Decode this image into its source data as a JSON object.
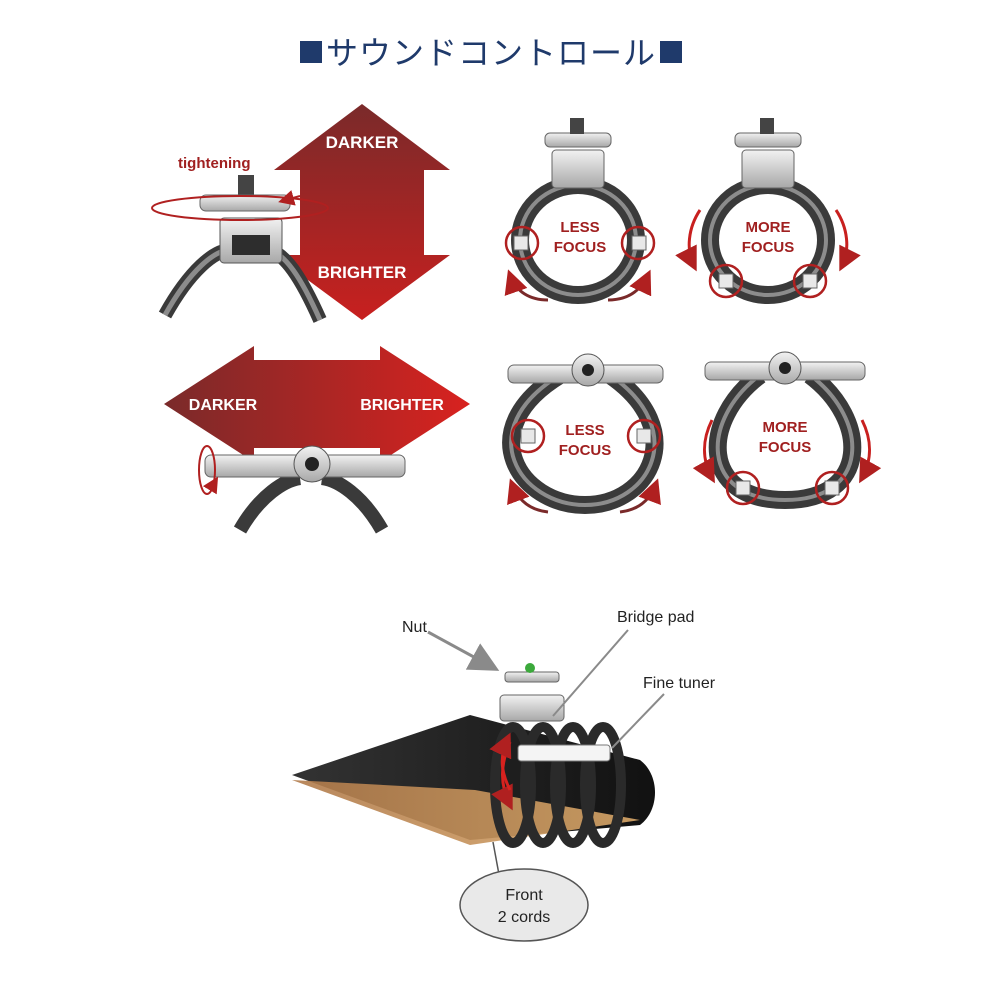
{
  "title": "サウンドコントロール",
  "colors": {
    "title": "#1f3a6b",
    "arrow_dark": "#7a2a2a",
    "arrow_red": "#c8201f",
    "accent_red": "#b02020",
    "metal": "#d8d8d8",
    "cord": "#3a3a3a"
  },
  "top_left": {
    "tightening_label": "tightening",
    "vertical_arrow": {
      "top_label": "DARKER",
      "bottom_label": "BRIGHTER"
    },
    "horizontal_arrow": {
      "left_label": "DARKER",
      "right_label": "BRIGHTER"
    }
  },
  "focus_panels": {
    "less_line1": "LESS",
    "less_line2": "FOCUS",
    "more_line1": "MORE",
    "more_line2": "FOCUS"
  },
  "bottom": {
    "nut_label": "Nut",
    "bridge_pad_label": "Bridge pad",
    "fine_tuner_label": "Fine tuner",
    "callout_line1": "Front",
    "callout_line2": "2 cords"
  }
}
